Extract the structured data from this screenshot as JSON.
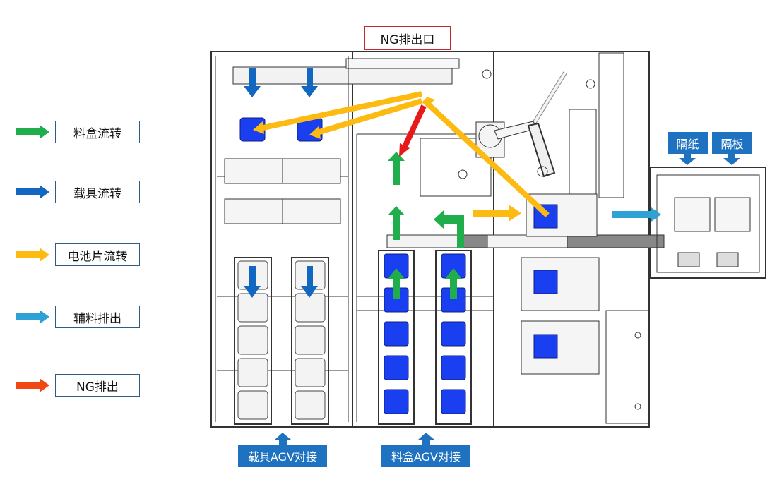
{
  "legend": {
    "items": [
      {
        "label": "料盒流转",
        "color": "#1fae4b",
        "meaning": "magazine-flow"
      },
      {
        "label": "载具流转",
        "color": "#1268c0",
        "meaning": "carrier-flow"
      },
      {
        "label": "电池片流转",
        "color": "#fdbb12",
        "meaning": "cell-flow"
      },
      {
        "label": "辅料排出",
        "color": "#2ea2d4",
        "meaning": "auxiliary-discharge"
      },
      {
        "label": "NG排出",
        "color": "#f04713",
        "meaning": "ng-discharge"
      }
    ]
  },
  "labels": {
    "ng_outlet": "NG排出口",
    "separator_paper": "隔纸",
    "separator_board": "隔板",
    "carrier_agv": "载具AGV对接",
    "magazine_agv": "料盒AGV对接"
  },
  "colors": {
    "cell_blue": "#1a3ff0",
    "callout_blue": "#1f72c0",
    "ng_border": "#c0282d",
    "legend_border": "#2e5b87",
    "ng_red": "#e8191a"
  },
  "layout_summary": {
    "carrier_lanes": 2,
    "carrier_slots_per_lane": 5,
    "magazine_lanes": 2,
    "magazine_slots_per_lane": 5,
    "rotary_stations": 3
  }
}
